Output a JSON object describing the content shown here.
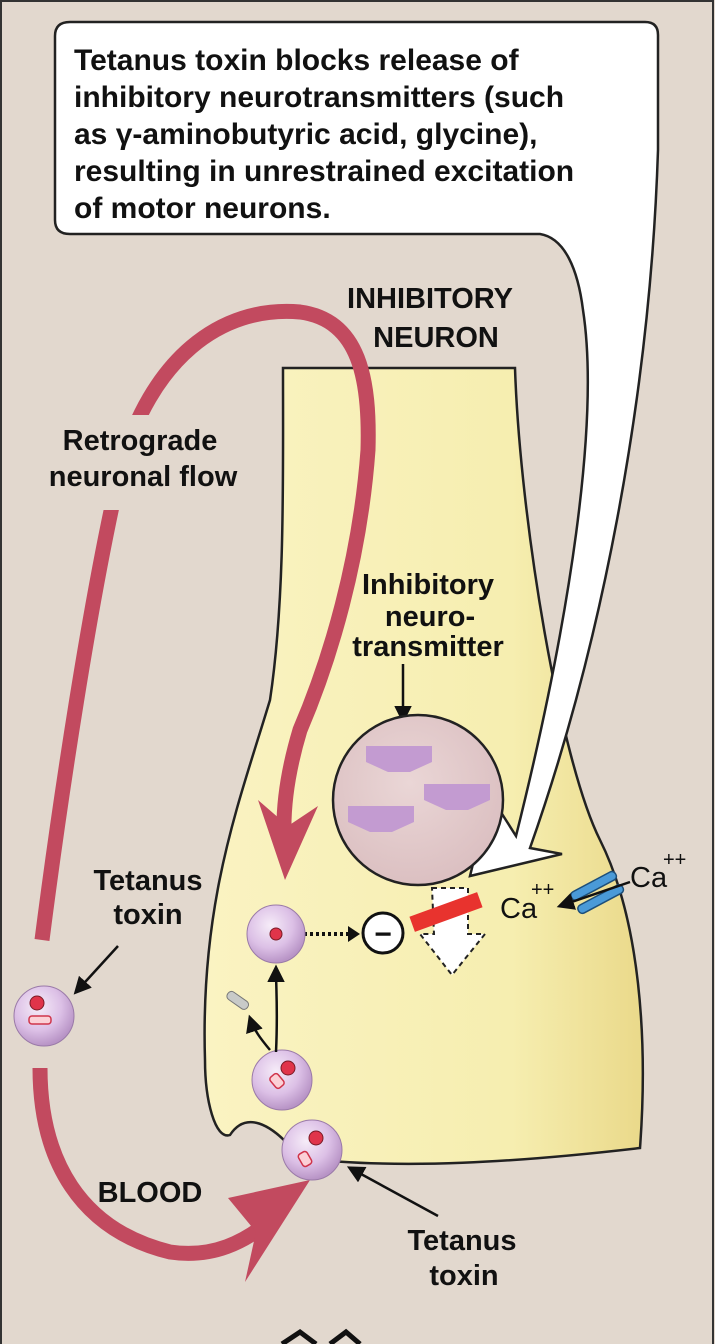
{
  "callout": {
    "lines": [
      "Tetanus toxin blocks release of",
      "inhibitory neurotransmitters (such",
      "as γ-aminobutyric acid, glycine),",
      "resulting in unrestrained excitation",
      "of motor neurons."
    ]
  },
  "labels": {
    "inhibitory_neuron_line1": "INHIBITORY",
    "inhibitory_neuron_line2": "NEURON",
    "retrograde_line1": "Retrograde",
    "retrograde_line2": "neuronal flow",
    "inhib_nt_line1": "Inhibitory",
    "inhib_nt_line2": "neuro-",
    "inhib_nt_line3": "transmitter",
    "tetanus_left_line1": "Tetanus",
    "tetanus_left_line2": "toxin",
    "tetanus_bottom_line1": "Tetanus",
    "tetanus_bottom_line2": "toxin",
    "blood": "BLOOD",
    "ca_inside": "Ca",
    "ca_inside_sup": "++",
    "ca_outside": "Ca",
    "ca_outside_sup": "++",
    "minus": "−"
  },
  "colors": {
    "background": "#e2d8ce",
    "neuron_fill": "#f8f0b4",
    "flow_arrow": "#c24a5f",
    "vesicle_fill": "#e0c6c8",
    "nt_fill": "#c39bd1",
    "toxin_sphere": "#d9b9e3",
    "block_bar": "#e8332e",
    "channel": "#4a9ad8"
  },
  "icons": [
    "toxin-sphere-icon",
    "ca-channel-icon",
    "minus-sign-icon",
    "block-bar-icon"
  ]
}
